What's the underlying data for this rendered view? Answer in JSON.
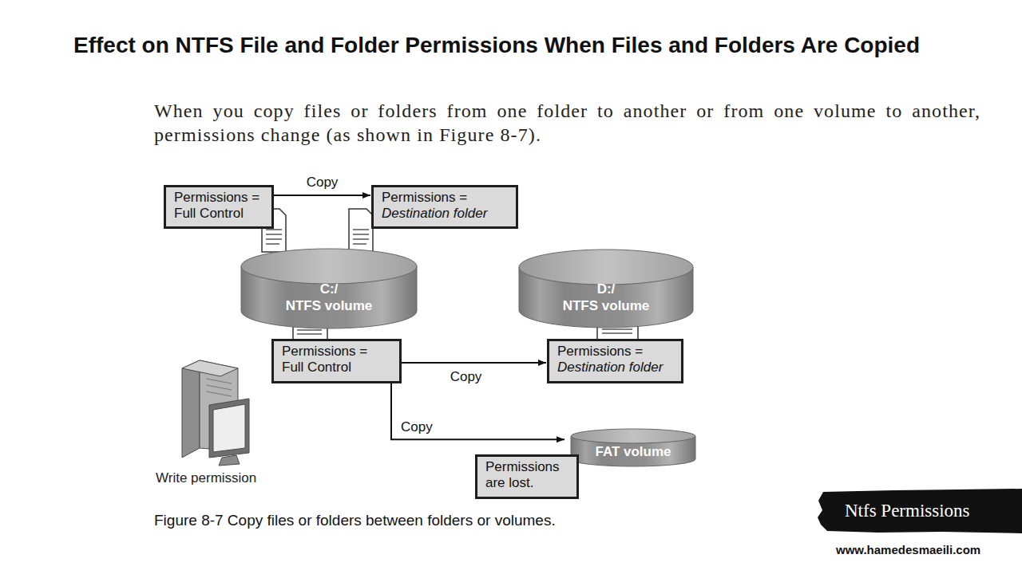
{
  "diagram": {
    "title": "Effect on NTFS File and Folder Permissions When Files and Folders Are Copied",
    "caption": "Figure 8-7 Copy files or folders between folders or volumes.",
    "nodes": [
      {
        "text": [
          "Permissions =",
          "Full Control"
        ]
      },
      {
        "text": [
          "Permissions =",
          "Destination folder"
        ]
      },
      {
        "text": [
          "C:/",
          "NTFS volume"
        ]
      },
      {
        "text": [
          "D:/",
          "NTFS volume"
        ]
      },
      {
        "text": [
          "Permissions =",
          "Full Control"
        ]
      },
      {
        "text": [
          "Permissions =",
          "Destination folder"
        ]
      },
      {
        "text": [
          "FAT volume"
        ]
      },
      {
        "text": [
          "Permissions are lost."
        ]
      }
    ],
    "edges": [
      {
        "from": 0,
        "to": 1,
        "label": "Copy",
        "arrow": "to"
      },
      {
        "from": 4,
        "to": 5,
        "label": "Copy",
        "arrow": "to"
      },
      {
        "from": 4,
        "to": 6,
        "label": "Copy",
        "arrow": "to"
      }
    ],
    "labels": [
      "When you copy files or folders from one folder to another or from one volume to another, permissions change (as shown in Figure 8-7).",
      "Write permission",
      "Ntfs Permissions",
      "www.hamedesmaeili.com"
    ]
  }
}
